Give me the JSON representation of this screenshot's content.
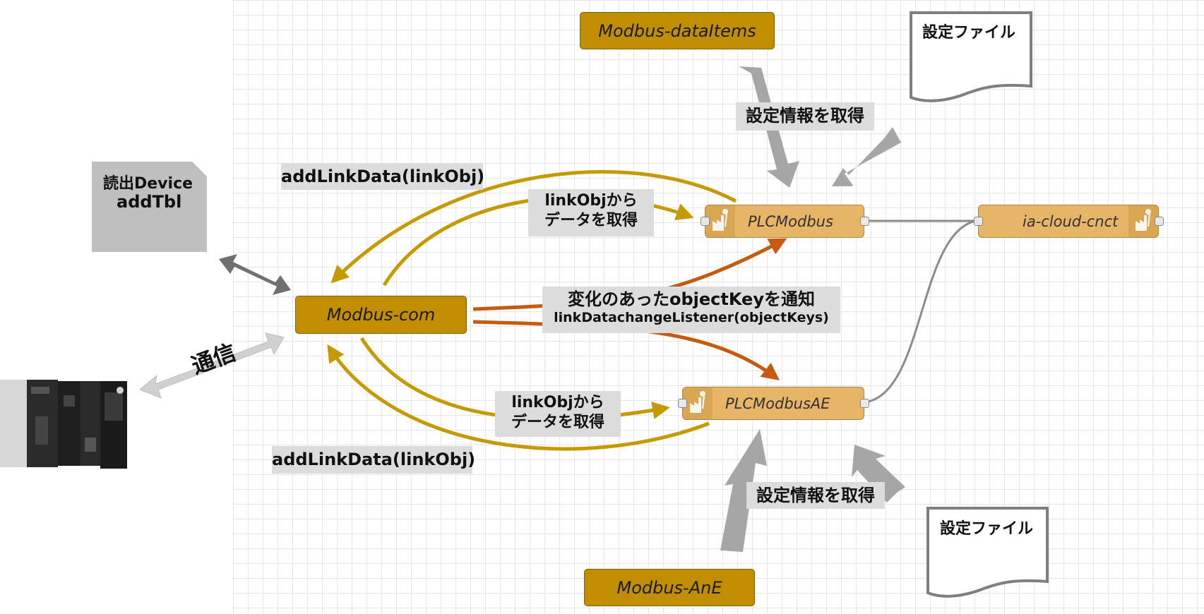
{
  "nodes": {
    "modbus_data_items": "Modbus-dataItems",
    "modbus_com": "Modbus-com",
    "modbus_ane": "Modbus-AnE",
    "plc_modbus": "PLCModbus",
    "plc_modbus_ae": "PLCModbusAE",
    "ia_cloud_cnct": "ia-cloud-cnct"
  },
  "files": {
    "top": "設定ファイル",
    "bottom": "設定ファイル"
  },
  "device_table": {
    "line1": "読出Device",
    "line2": "addTbl"
  },
  "labels": {
    "get_settings_top": "設定情報を取得",
    "get_settings_bottom": "設定情報を取得",
    "add_link_top": "addLinkData(linkObj)",
    "add_link_bottom": "addLinkData(linkObj)",
    "get_data_top_1": "linkObjから",
    "get_data_top_2": "データを取得",
    "get_data_bottom_1": "linkObjから",
    "get_data_bottom_2": "データを取得",
    "notify_1": "変化のあったobjectKeyを通知",
    "notify_2": "linkDatachangeListener(objectKeys)",
    "comm": "通信"
  },
  "colors": {
    "gold": "#c08e00",
    "node_orange": "#e6b567",
    "arrow_gold": "#c49a00",
    "arrow_orange": "#c55a11",
    "arrow_gray": "#a6a6a6",
    "arrow_dark": "#707070",
    "label_bg": "#dcdcdc"
  }
}
